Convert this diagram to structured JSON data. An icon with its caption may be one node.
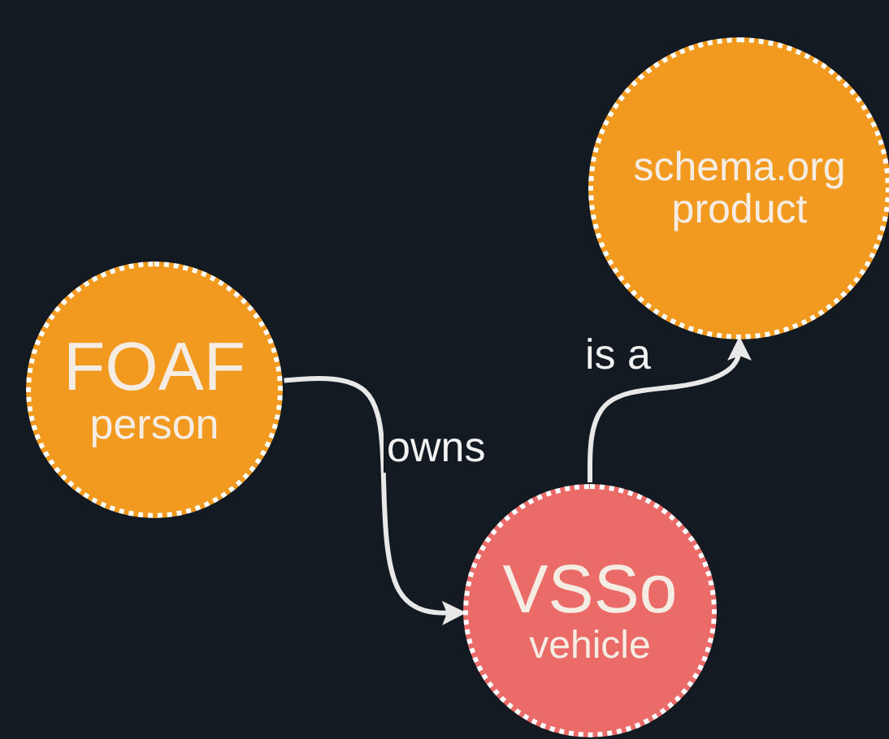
{
  "diagram": {
    "nodes": [
      {
        "text": [
          "FOAF",
          "person"
        ]
      },
      {
        "text": [
          "schema.org",
          "product"
        ]
      },
      {
        "text": [
          "VSSo",
          "vehicle"
        ]
      }
    ],
    "edges": [
      {
        "from": 0,
        "to": 2,
        "arrow": "to",
        "label": "owns"
      },
      {
        "from": 2,
        "to": 1,
        "arrow": "to",
        "label": "is a"
      }
    ]
  }
}
